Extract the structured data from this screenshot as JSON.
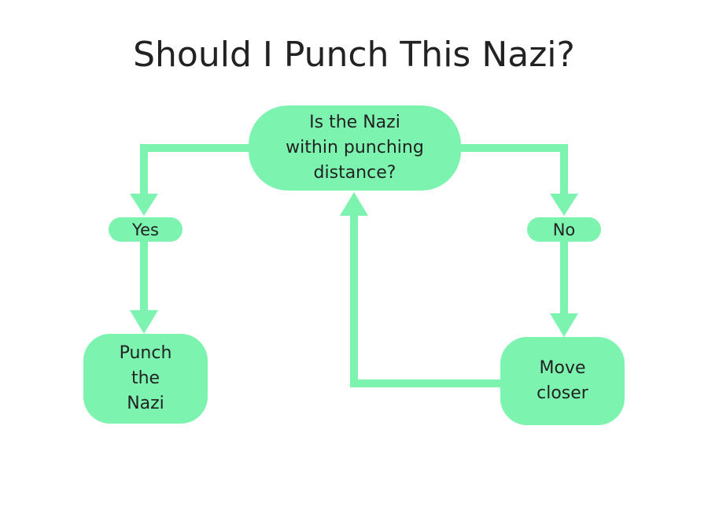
{
  "diagram": {
    "title": "Should I Punch This Nazi?",
    "nodes": {
      "question": "Is the Nazi\nwithin punching\ndistance?",
      "yes": "Yes",
      "no": "No",
      "punch": "Punch\nthe\nNazi",
      "move": "Move\ncloser"
    },
    "edges": [
      {
        "from": "question",
        "to": "yes"
      },
      {
        "from": "yes",
        "to": "punch"
      },
      {
        "from": "question",
        "to": "no"
      },
      {
        "from": "no",
        "to": "move"
      },
      {
        "from": "move",
        "to": "question"
      }
    ],
    "colors": {
      "node_fill": "#7df3b0",
      "connector": "#7df3b0",
      "text": "#222222",
      "background": "#ffffff"
    }
  }
}
